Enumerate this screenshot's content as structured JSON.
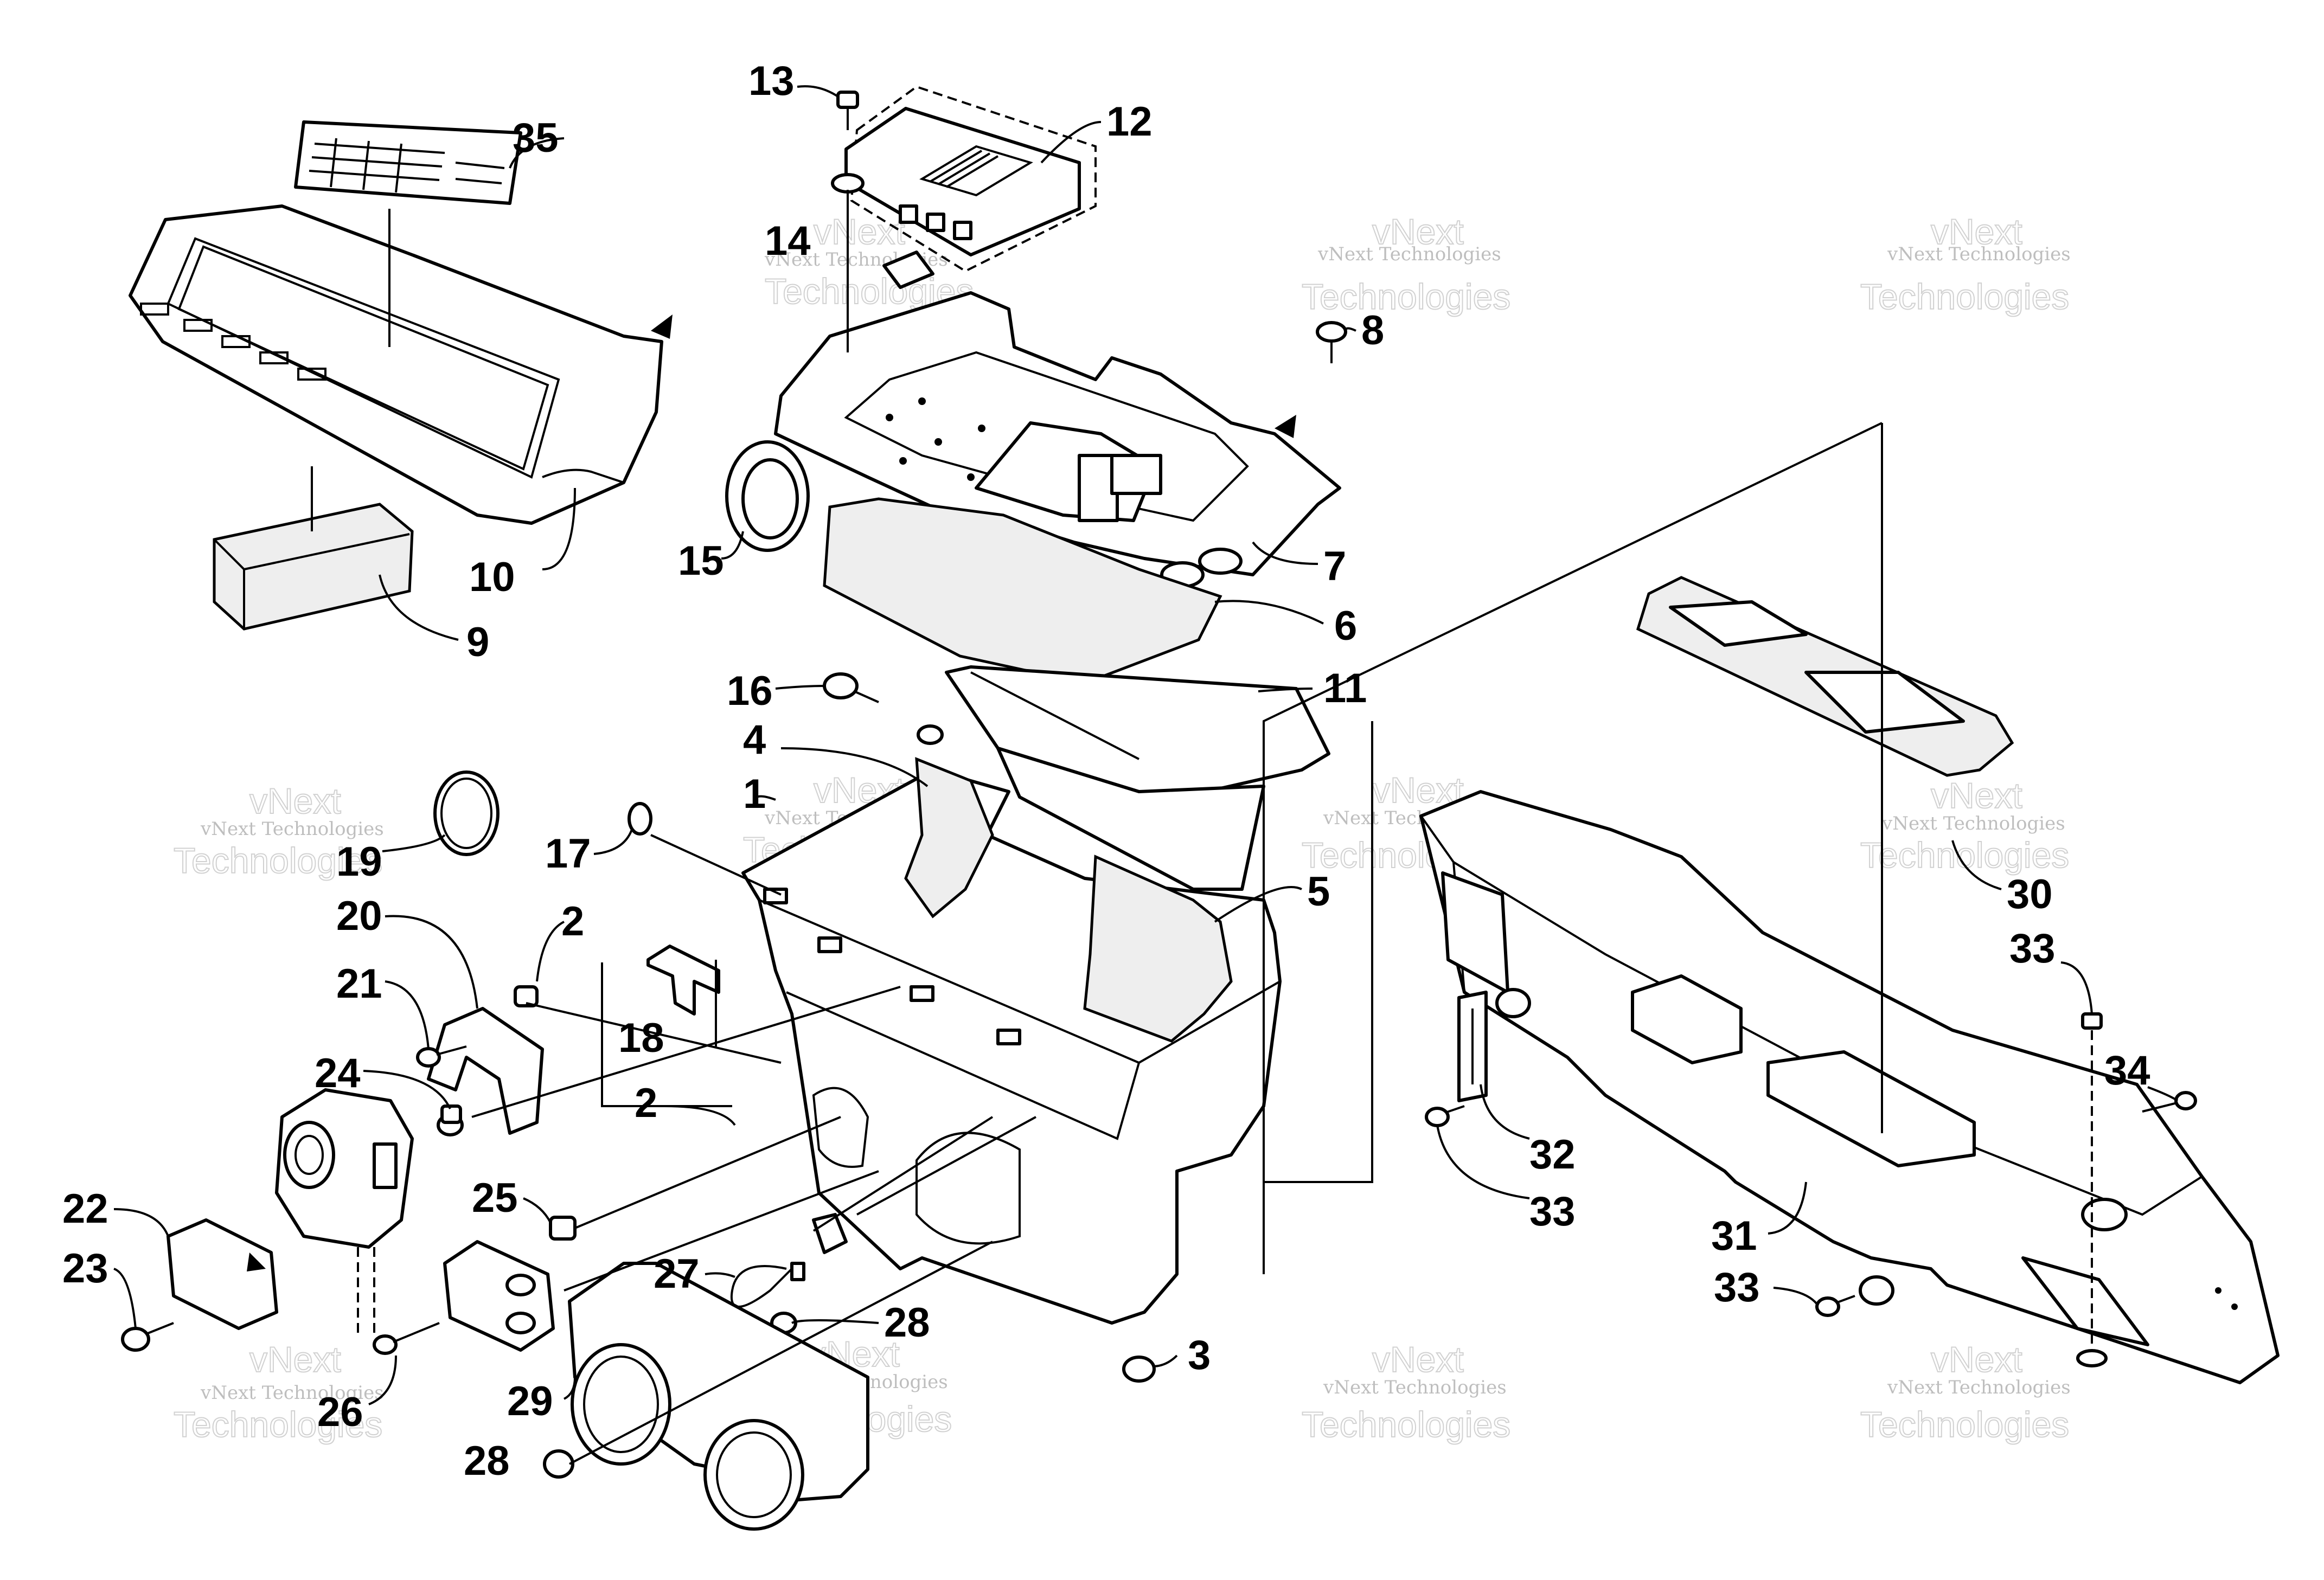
{
  "watermark": {
    "line1": "vNext Technologies",
    "line2": "Technologies",
    "line3": "vNext"
  },
  "callouts": {
    "c1": "1",
    "c2a": "2",
    "c2b": "2",
    "c3": "3",
    "c4": "4",
    "c5": "5",
    "c6": "6",
    "c7": "7",
    "c8": "8",
    "c9": "9",
    "c10": "10",
    "c11": "11",
    "c12": "12",
    "c13": "13",
    "c14": "14",
    "c15": "15",
    "c16": "16",
    "c17": "17",
    "c18": "18",
    "c19": "19",
    "c20": "20",
    "c21": "21",
    "c22": "22",
    "c23": "23",
    "c24": "24",
    "c25": "25",
    "c26": "26",
    "c27": "27",
    "c28a": "28",
    "c28b": "28",
    "c29": "29",
    "c30": "30",
    "c31": "31",
    "c32": "32",
    "c33a": "33",
    "c33b": "33",
    "c33c": "33",
    "c34": "34",
    "c35": "35"
  }
}
